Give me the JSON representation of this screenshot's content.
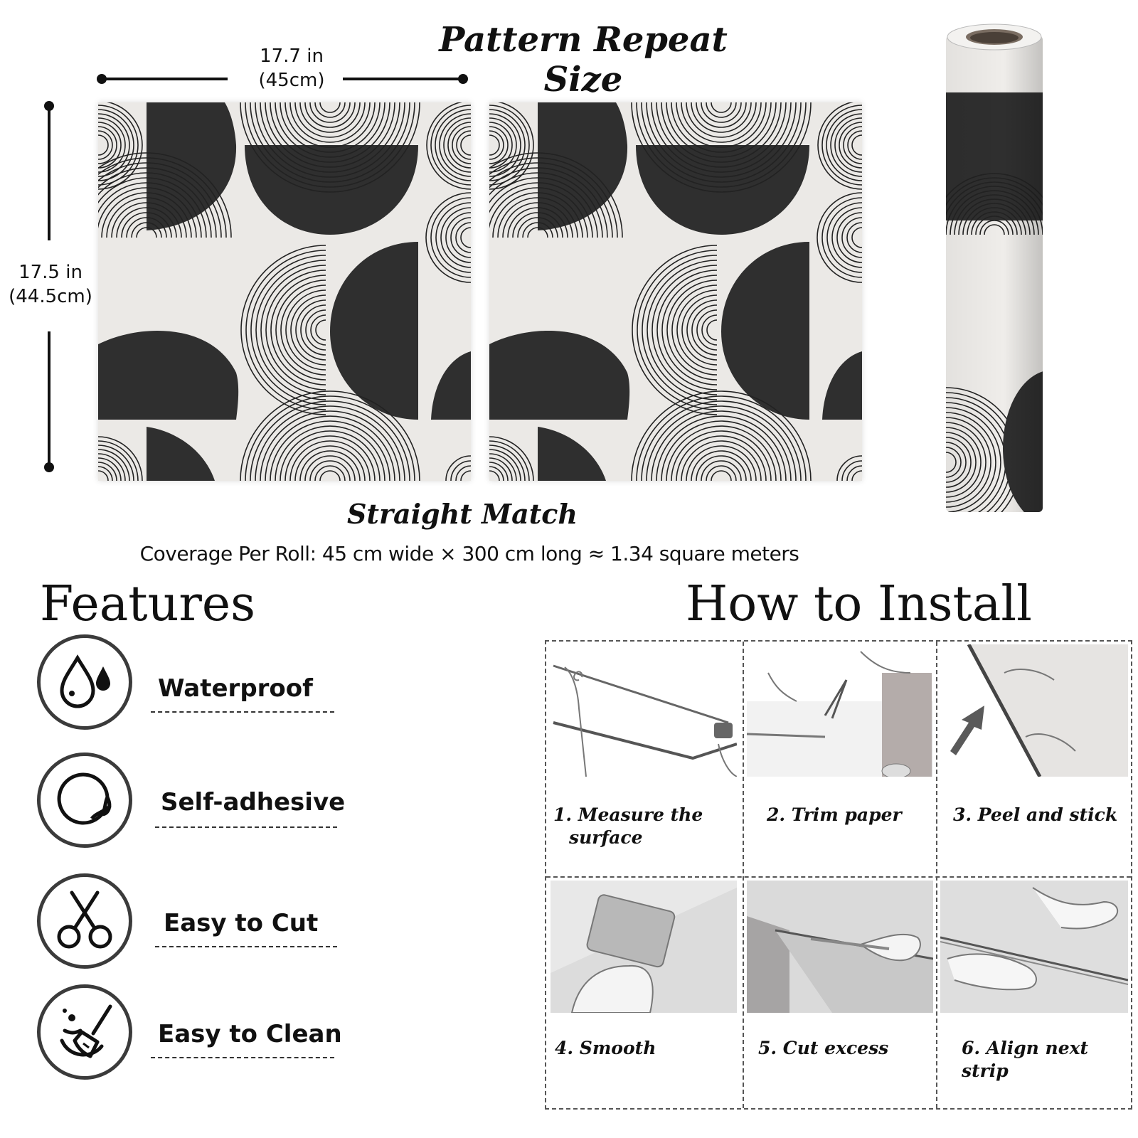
{
  "header": {
    "title": "Pattern Repeat Size",
    "width_label": "17.7 in\n(45cm)",
    "height_label": "17.5 in\n(44.5cm)"
  },
  "match": {
    "title": "Straight Match",
    "coverage": "Coverage Per Roll: 45 cm wide × 300 cm long ≈ 1.34 square meters"
  },
  "features": {
    "title": "Features",
    "items": [
      {
        "label": "Waterproof",
        "icon": "water-drops-icon"
      },
      {
        "label": "Self-adhesive",
        "icon": "peeling-sticker-icon"
      },
      {
        "label": "Easy to Cut",
        "icon": "scissors-icon"
      },
      {
        "label": "Easy to Clean",
        "icon": "broom-icon"
      }
    ]
  },
  "install": {
    "title": "How to Install",
    "steps": [
      {
        "line1": "1. Measure the",
        "line2": "surface"
      },
      {
        "line1": "2. Trim paper",
        "line2": ""
      },
      {
        "line1": "3. Peel and stick",
        "line2": ""
      },
      {
        "line1": "4. Smooth",
        "line2": ""
      },
      {
        "line1": "5. Cut excess",
        "line2": ""
      },
      {
        "line1": "6. Align next strip",
        "line2": ""
      }
    ]
  },
  "colors": {
    "pattern_dark": "#2f2f2f",
    "pattern_bg": "#ebe9e6",
    "line": "#222222"
  }
}
